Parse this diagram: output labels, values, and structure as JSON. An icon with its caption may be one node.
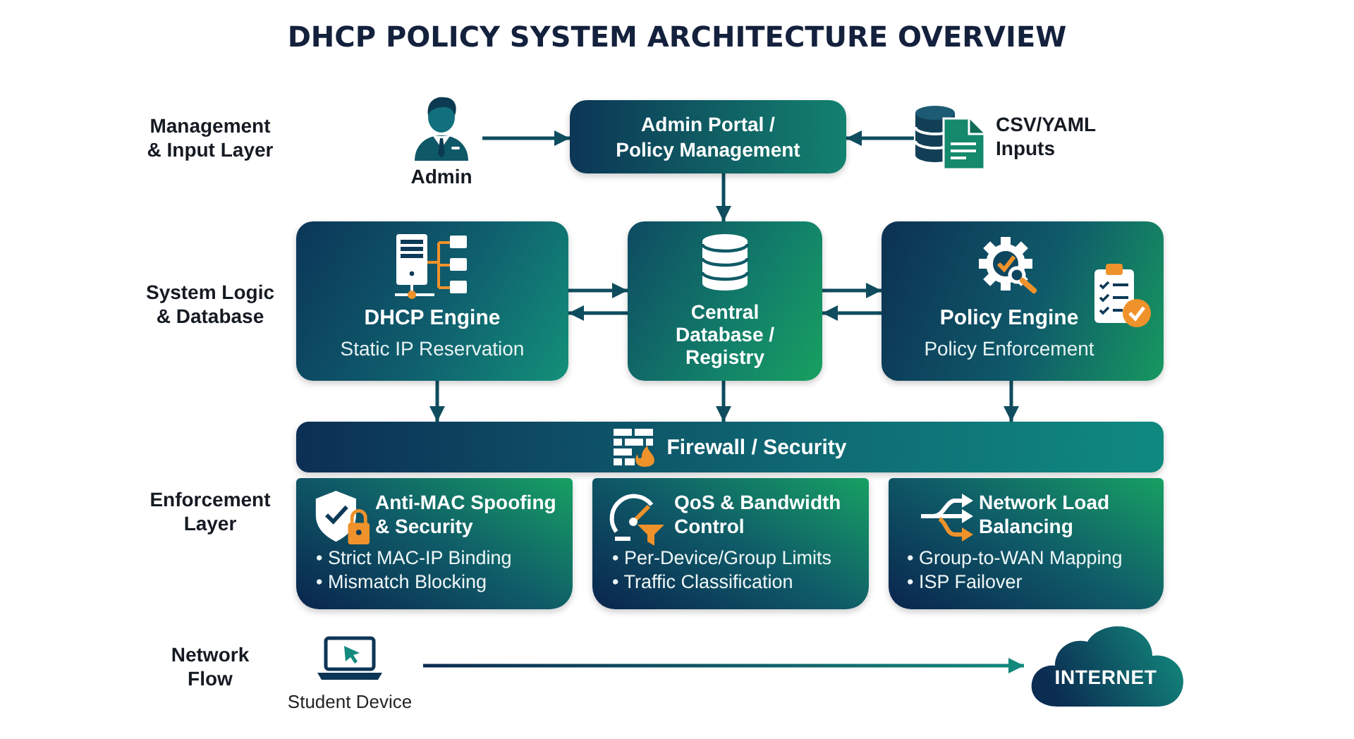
{
  "diagram": {
    "title": "DHCP POLICY SYSTEM ARCHITECTURE OVERVIEW",
    "nodes": [
      {
        "text": [
          "Admin"
        ]
      },
      {
        "text": [
          "Admin Portal / Policy Management"
        ]
      },
      {
        "text": [
          "CSV/YAML Inputs"
        ]
      },
      {
        "text": [
          "DHCP Engine",
          "Static IP Reservation"
        ]
      },
      {
        "text": [
          "Central Database / Registry"
        ]
      },
      {
        "text": [
          "Policy Engine",
          "Policy Enforcement"
        ]
      },
      {
        "text": [
          "Firewall / Security"
        ]
      },
      {
        "text": [
          "Anti-MAC Spoofing & Security",
          "• Strict MAC-IP Binding",
          "• Mismatch Blocking"
        ]
      },
      {
        "text": [
          "QoS & Bandwidth Control",
          "• Per-Device/Group Limits",
          "• Traffic Classification"
        ]
      },
      {
        "text": [
          "Network Load Balancing",
          "• Group-to-WAN Mapping",
          "• ISP Failover"
        ]
      },
      {
        "text": [
          "Student Device"
        ]
      },
      {
        "text": [
          "INTERNET"
        ]
      }
    ],
    "edges": [
      {
        "from": 0,
        "to": 1,
        "arrow": "to"
      },
      {
        "from": 2,
        "to": 1,
        "arrow": "to"
      },
      {
        "from": 1,
        "to": 4,
        "arrow": "to"
      },
      {
        "from": 3,
        "to": 4,
        "arrow": "to"
      },
      {
        "from": 4,
        "to": 3,
        "arrow": "to"
      },
      {
        "from": 4,
        "to": 5,
        "arrow": "to"
      },
      {
        "from": 5,
        "to": 4,
        "arrow": "to"
      },
      {
        "from": 3,
        "to": 6,
        "arrow": "to"
      },
      {
        "from": 4,
        "to": 6,
        "arrow": "to"
      },
      {
        "from": 5,
        "to": 6,
        "arrow": "to"
      },
      {
        "from": 10,
        "to": 11,
        "arrow": "to"
      }
    ],
    "labels": [
      "Management & Input Layer",
      "System Logic & Database",
      "Enforcement Layer",
      "Network Flow"
    ]
  }
}
